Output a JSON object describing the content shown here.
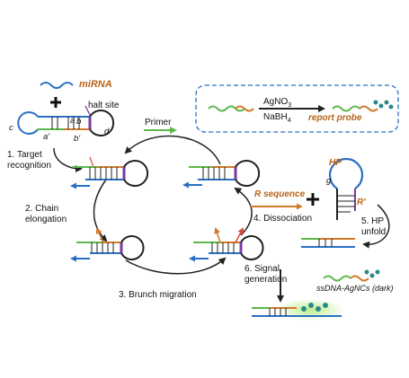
{
  "labels": {
    "mirna": "miRNA",
    "halt_site": "halt site",
    "a": "a",
    "b": "b",
    "c": "c",
    "d": "d",
    "a_prime": "a'",
    "b_prime": "b'",
    "agno3": "AgNO",
    "agno3_sub": "3",
    "nabh4": "NaBH",
    "nabh4_sub": "4",
    "report_probe": "report probe",
    "primer": "Primer",
    "r_sequence": "R sequence",
    "hp": "HP",
    "g": "g",
    "r_prime": "R'",
    "ssdna_agncs": "ssDNA-AgNCs (dark)"
  },
  "steps": {
    "s1_a": "1. Target",
    "s1_b": "recognition",
    "s2_a": "2. Chain",
    "s2_b": "elongation",
    "s3": "3. Brunch migration",
    "s4": "4. Dissociation",
    "s5_a": "5. HP",
    "s5_b": "unfold",
    "s6_a": "6. Signal",
    "s6_b": "generation"
  },
  "colors": {
    "blue": "#2a6fc4",
    "green": "#5cb84a",
    "orange": "#d07a2c",
    "red": "#d84a3a",
    "purple": "#7a3aa0",
    "dark": "#222222",
    "teal": "#2b8a88",
    "glow": "#a8e07a"
  }
}
